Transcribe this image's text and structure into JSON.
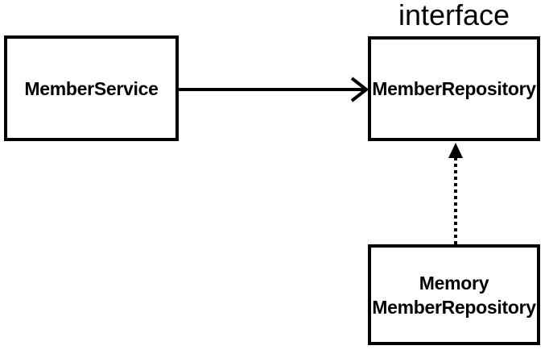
{
  "diagram": {
    "background_color": "#ffffff",
    "stroke_color": "#000000",
    "nodes": [
      {
        "id": "member-service",
        "label": "MemberService"
      },
      {
        "id": "member-repository",
        "label": "MemberRepository",
        "stereotype": "interface"
      },
      {
        "id": "memory-member-repository",
        "label_line1": "Memory",
        "label_line2": "MemberRepository"
      }
    ],
    "edges": [
      {
        "from": "MemberService",
        "to": "MemberRepository",
        "line_style": "solid",
        "arrowhead": "open-chevron",
        "direction": "right"
      },
      {
        "from": "MemoryMemberRepository",
        "to": "MemberRepository",
        "line_style": "dotted",
        "arrowhead": "filled-triangle",
        "direction": "up"
      }
    ]
  }
}
